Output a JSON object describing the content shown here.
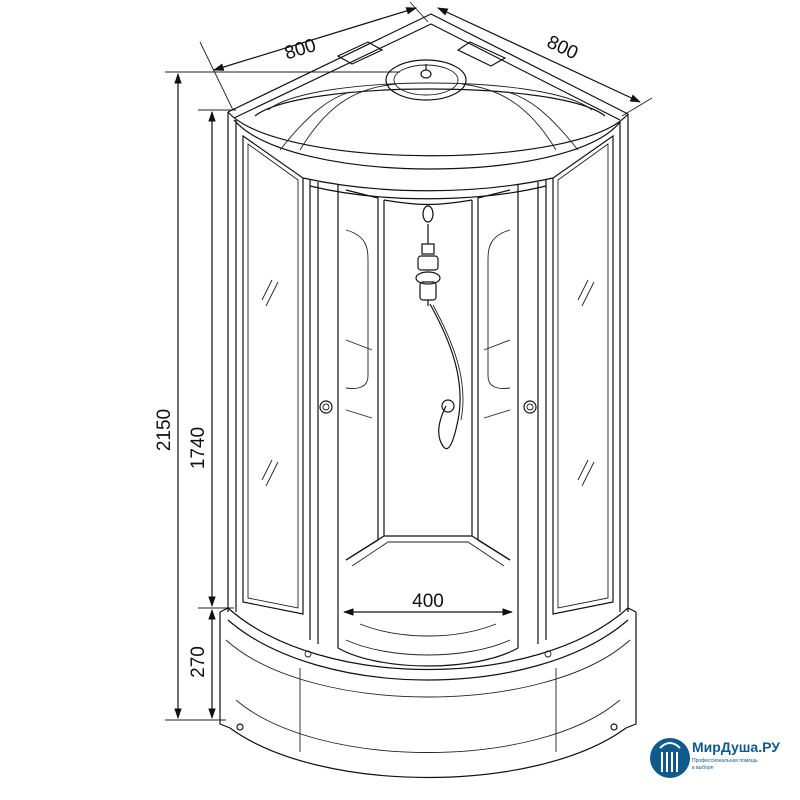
{
  "dimensions": {
    "width_left": "800",
    "width_right": "800",
    "total_height": "2150",
    "cabin_height": "1740",
    "tray_height": "270",
    "door_opening": "400"
  },
  "logo": {
    "name": "МирДуша.РУ",
    "tagline_1": "Профессиональная помощь",
    "tagline_2": "в выборе"
  },
  "colors": {
    "line": "#111111",
    "background": "#ffffff",
    "logo_blue": "#0f5a8c"
  }
}
